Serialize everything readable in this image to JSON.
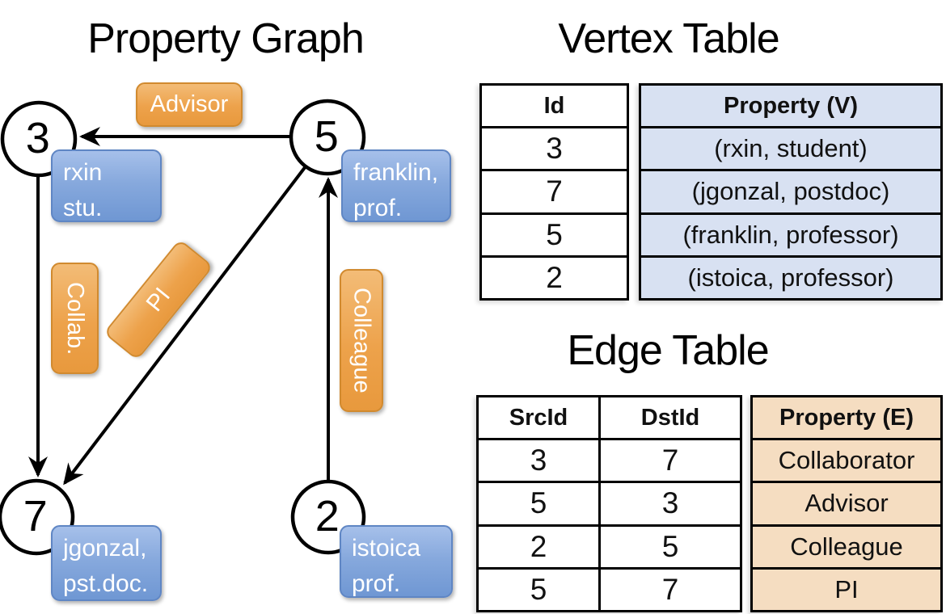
{
  "graph": {
    "title": "Property Graph",
    "nodes": [
      {
        "id": "3",
        "property_lines": [
          "rxin",
          "stu."
        ]
      },
      {
        "id": "5",
        "property_lines": [
          "franklin,",
          "prof."
        ]
      },
      {
        "id": "7",
        "property_lines": [
          "jgonzal,",
          "pst.doc."
        ]
      },
      {
        "id": "2",
        "property_lines": [
          "istoica",
          "prof."
        ]
      }
    ],
    "edge_labels": [
      {
        "name": "Advisor"
      },
      {
        "name": "Collab."
      },
      {
        "name": "PI"
      },
      {
        "name": "Colleague"
      }
    ]
  },
  "vertex_table": {
    "title": "Vertex Table",
    "columns": [
      "Id",
      "Property (V)"
    ],
    "rows": [
      {
        "id": "3",
        "property": "(rxin, student)"
      },
      {
        "id": "7",
        "property": "(jgonzal, postdoc)"
      },
      {
        "id": "5",
        "property": "(franklin, professor)"
      },
      {
        "id": "2",
        "property": "(istoica, professor)"
      }
    ]
  },
  "edge_table": {
    "title": "Edge Table",
    "columns": [
      "SrcId",
      "DstId",
      "Property (E)"
    ],
    "rows": [
      {
        "src": "3",
        "dst": "7",
        "property": "Collaborator"
      },
      {
        "src": "5",
        "dst": "3",
        "property": "Advisor"
      },
      {
        "src": "2",
        "dst": "5",
        "property": "Colleague"
      },
      {
        "src": "5",
        "dst": "7",
        "property": "PI"
      }
    ]
  },
  "colors": {
    "edge_label_fill": "#ED9D3F",
    "vertex_label_fill": "#7B9FD8",
    "vertex_table_column_fill": "#D8E1F2",
    "edge_table_column_fill": "#F5DDC1",
    "line_color": "#000000"
  }
}
